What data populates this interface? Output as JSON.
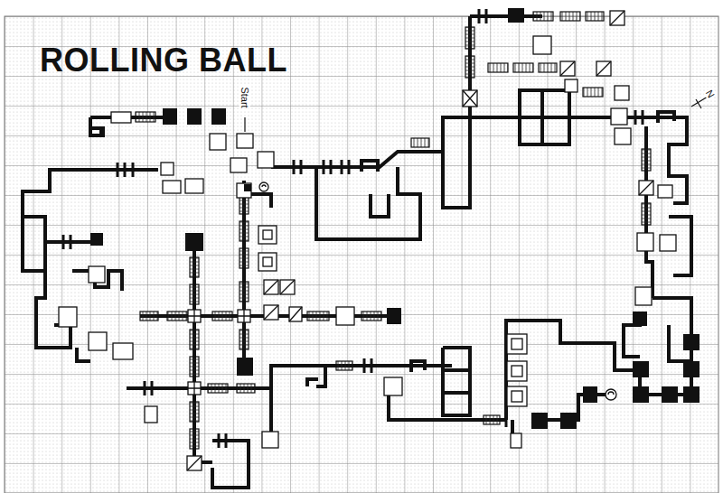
{
  "diagram": {
    "title": "ROLLING BALL",
    "labels": [
      "Start",
      "N"
    ]
  }
}
